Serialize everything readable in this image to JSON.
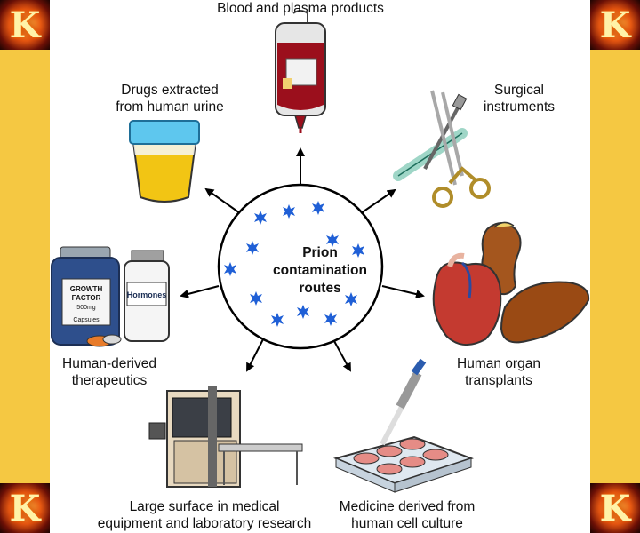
{
  "center": {
    "line1": "Prion",
    "line2": "contamination",
    "line3": "routes"
  },
  "routes": {
    "blood": "Blood and plasma products",
    "urine_l1": "Drugs extracted",
    "urine_l2": "from human urine",
    "surgical_l1": "Surgical",
    "surgical_l2": "instruments",
    "organ_l1": "Human organ",
    "organ_l2": "transplants",
    "therapeutics_l1": "Human-derived",
    "therapeutics_l2": "therapeutics",
    "surface_l1": "Large surface in medical",
    "surface_l2": "equipment and laboratory research",
    "culture_l1": "Medicine derived from",
    "culture_l2": "human cell culture"
  },
  "bottle_labels": {
    "growth_factor_l1": "GROWTH",
    "growth_factor_l2": "FACTOR",
    "growth_factor_dose": "500mg",
    "capsules": "Capsules",
    "hormones": "Hormones"
  },
  "watermark": {
    "letter": "K"
  },
  "colors": {
    "frame": "#f5c842",
    "prion_star": "#1f5fd6",
    "blood": "#9b0f1c",
    "urine": "#f2c514"
  }
}
